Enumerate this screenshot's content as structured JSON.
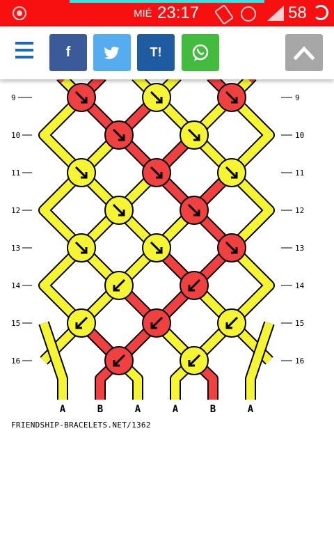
{
  "status_bar": {
    "day": "MIÉ",
    "time": "23:17",
    "battery": "58",
    "icons": [
      "location-icon",
      "vibrate-icon",
      "alarm-icon",
      "signal-icon",
      "battery-icon"
    ]
  },
  "toolbar": {
    "menu_icon": "menu-icon",
    "share_buttons": [
      {
        "label": "f",
        "network": "facebook",
        "color": "#3b5a99"
      },
      {
        "label": "t",
        "network": "twitter",
        "color": "#55acee"
      },
      {
        "label": "T!",
        "network": "tuenti",
        "color": "#1f5ba0"
      },
      {
        "label": "w",
        "network": "whatsapp",
        "color": "#43bb3f"
      }
    ],
    "scroll_top_icon": "chevron-up-icon"
  },
  "pattern": {
    "row_numbers": [
      "9",
      "10",
      "11",
      "12",
      "13",
      "14",
      "15",
      "16"
    ],
    "strand_labels": [
      "A",
      "B",
      "A",
      "A",
      "B",
      "A"
    ],
    "colors": {
      "A": "#f5f531",
      "B": "#f04040",
      "outline": "#000000"
    },
    "knots": [
      [
        "B",
        "A",
        "B"
      ],
      [
        "B",
        "A"
      ],
      [
        "A",
        "B",
        "A"
      ],
      [
        "A",
        "B"
      ],
      [
        "A",
        "A",
        "B"
      ],
      [
        "A",
        "B"
      ],
      [
        "A",
        "B",
        "A"
      ],
      [
        "B",
        "A"
      ]
    ],
    "knot_arrows": [
      [
        "down-right",
        "down-right",
        "down-right"
      ],
      [
        "down-right",
        "down-right"
      ],
      [
        "down-right",
        "down-right",
        "down-right"
      ],
      [
        "down-right",
        "down-right"
      ],
      [
        "down-right",
        "down-right",
        "down-right"
      ],
      [
        "down-left",
        "down-left"
      ],
      [
        "down-left",
        "down-left",
        "down-left"
      ],
      [
        "down-left",
        "down-left"
      ]
    ],
    "credit": "FRIENDSHIP-BRACELETS.NET/1362"
  }
}
